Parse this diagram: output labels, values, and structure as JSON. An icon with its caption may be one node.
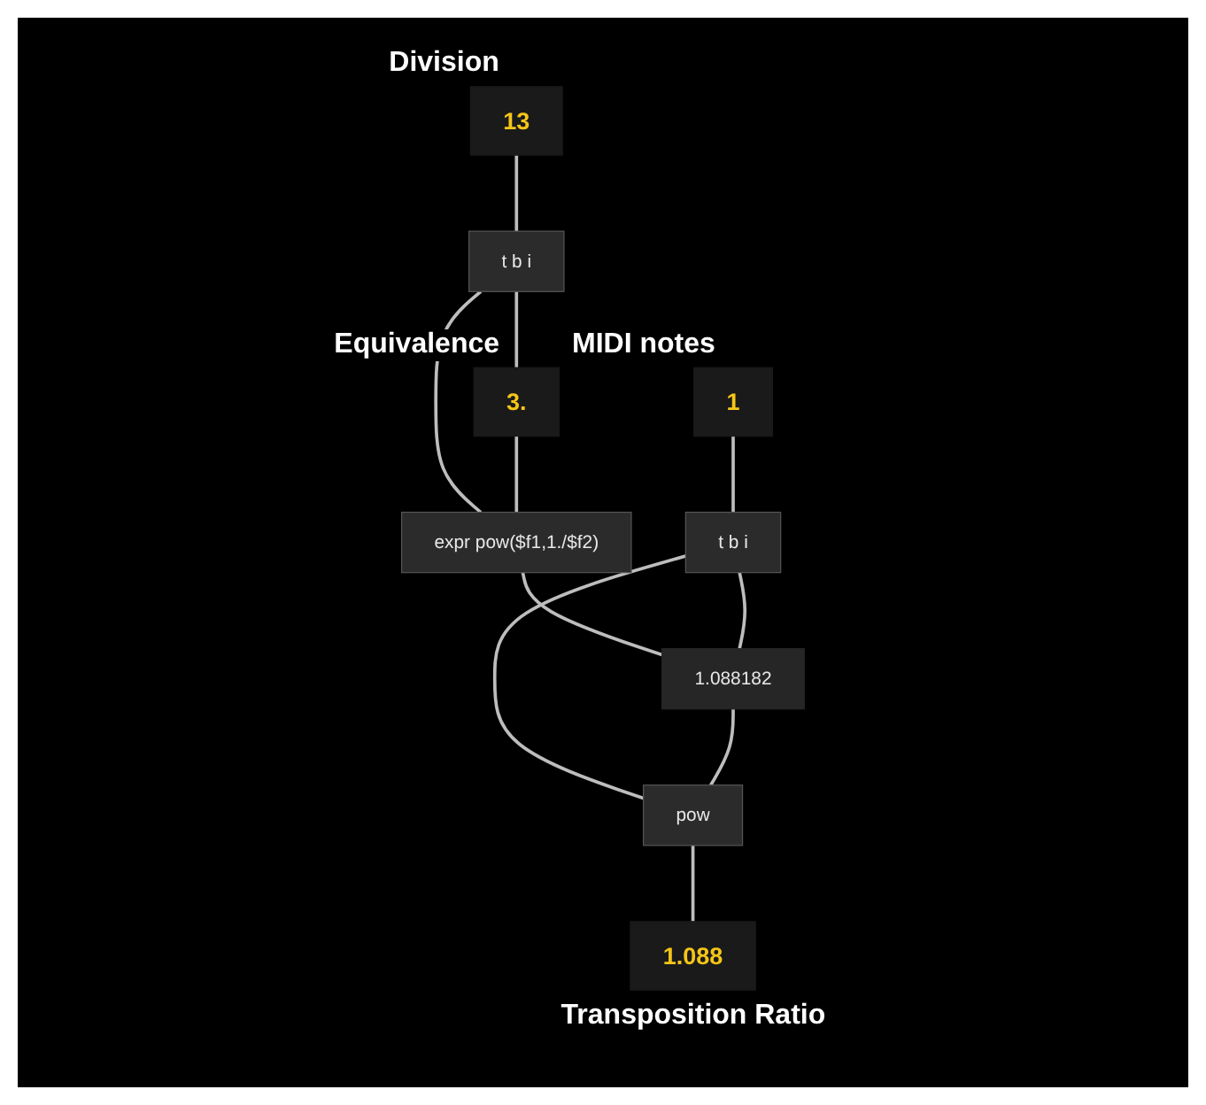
{
  "diagram": {
    "nodes": [
      {
        "text": [
          "13"
        ],
        "beside": [
          "Division"
        ]
      },
      {
        "text": [
          "t b i"
        ]
      },
      {
        "text": [
          "3."
        ],
        "beside": [
          "Equivalence"
        ]
      },
      {
        "text": [
          "expr pow($f1,1./$f2)"
        ]
      },
      {
        "text": [
          "1"
        ],
        "beside": [
          "MIDI notes"
        ]
      },
      {
        "text": [
          "t b i"
        ]
      },
      {
        "text": [
          "1.088182"
        ]
      },
      {
        "text": [
          "pow"
        ]
      },
      {
        "text": [
          "1.088"
        ],
        "beside": [
          "Transposition Ratio"
        ]
      }
    ],
    "edges": [
      {
        "from": 0,
        "to": 1,
        "arrow": "none"
      },
      {
        "from": 1,
        "to": 2,
        "arrow": "none"
      },
      {
        "from": 1,
        "to": 3,
        "arrow": "none"
      },
      {
        "from": 2,
        "to": 3,
        "arrow": "none"
      },
      {
        "from": 3,
        "to": 6,
        "arrow": "none"
      },
      {
        "from": 4,
        "to": 5,
        "arrow": "none"
      },
      {
        "from": 5,
        "to": 6,
        "arrow": "none"
      },
      {
        "from": 5,
        "to": 7,
        "arrow": "none"
      },
      {
        "from": 6,
        "to": 7,
        "arrow": "none"
      },
      {
        "from": 7,
        "to": 8,
        "arrow": "none"
      }
    ]
  }
}
